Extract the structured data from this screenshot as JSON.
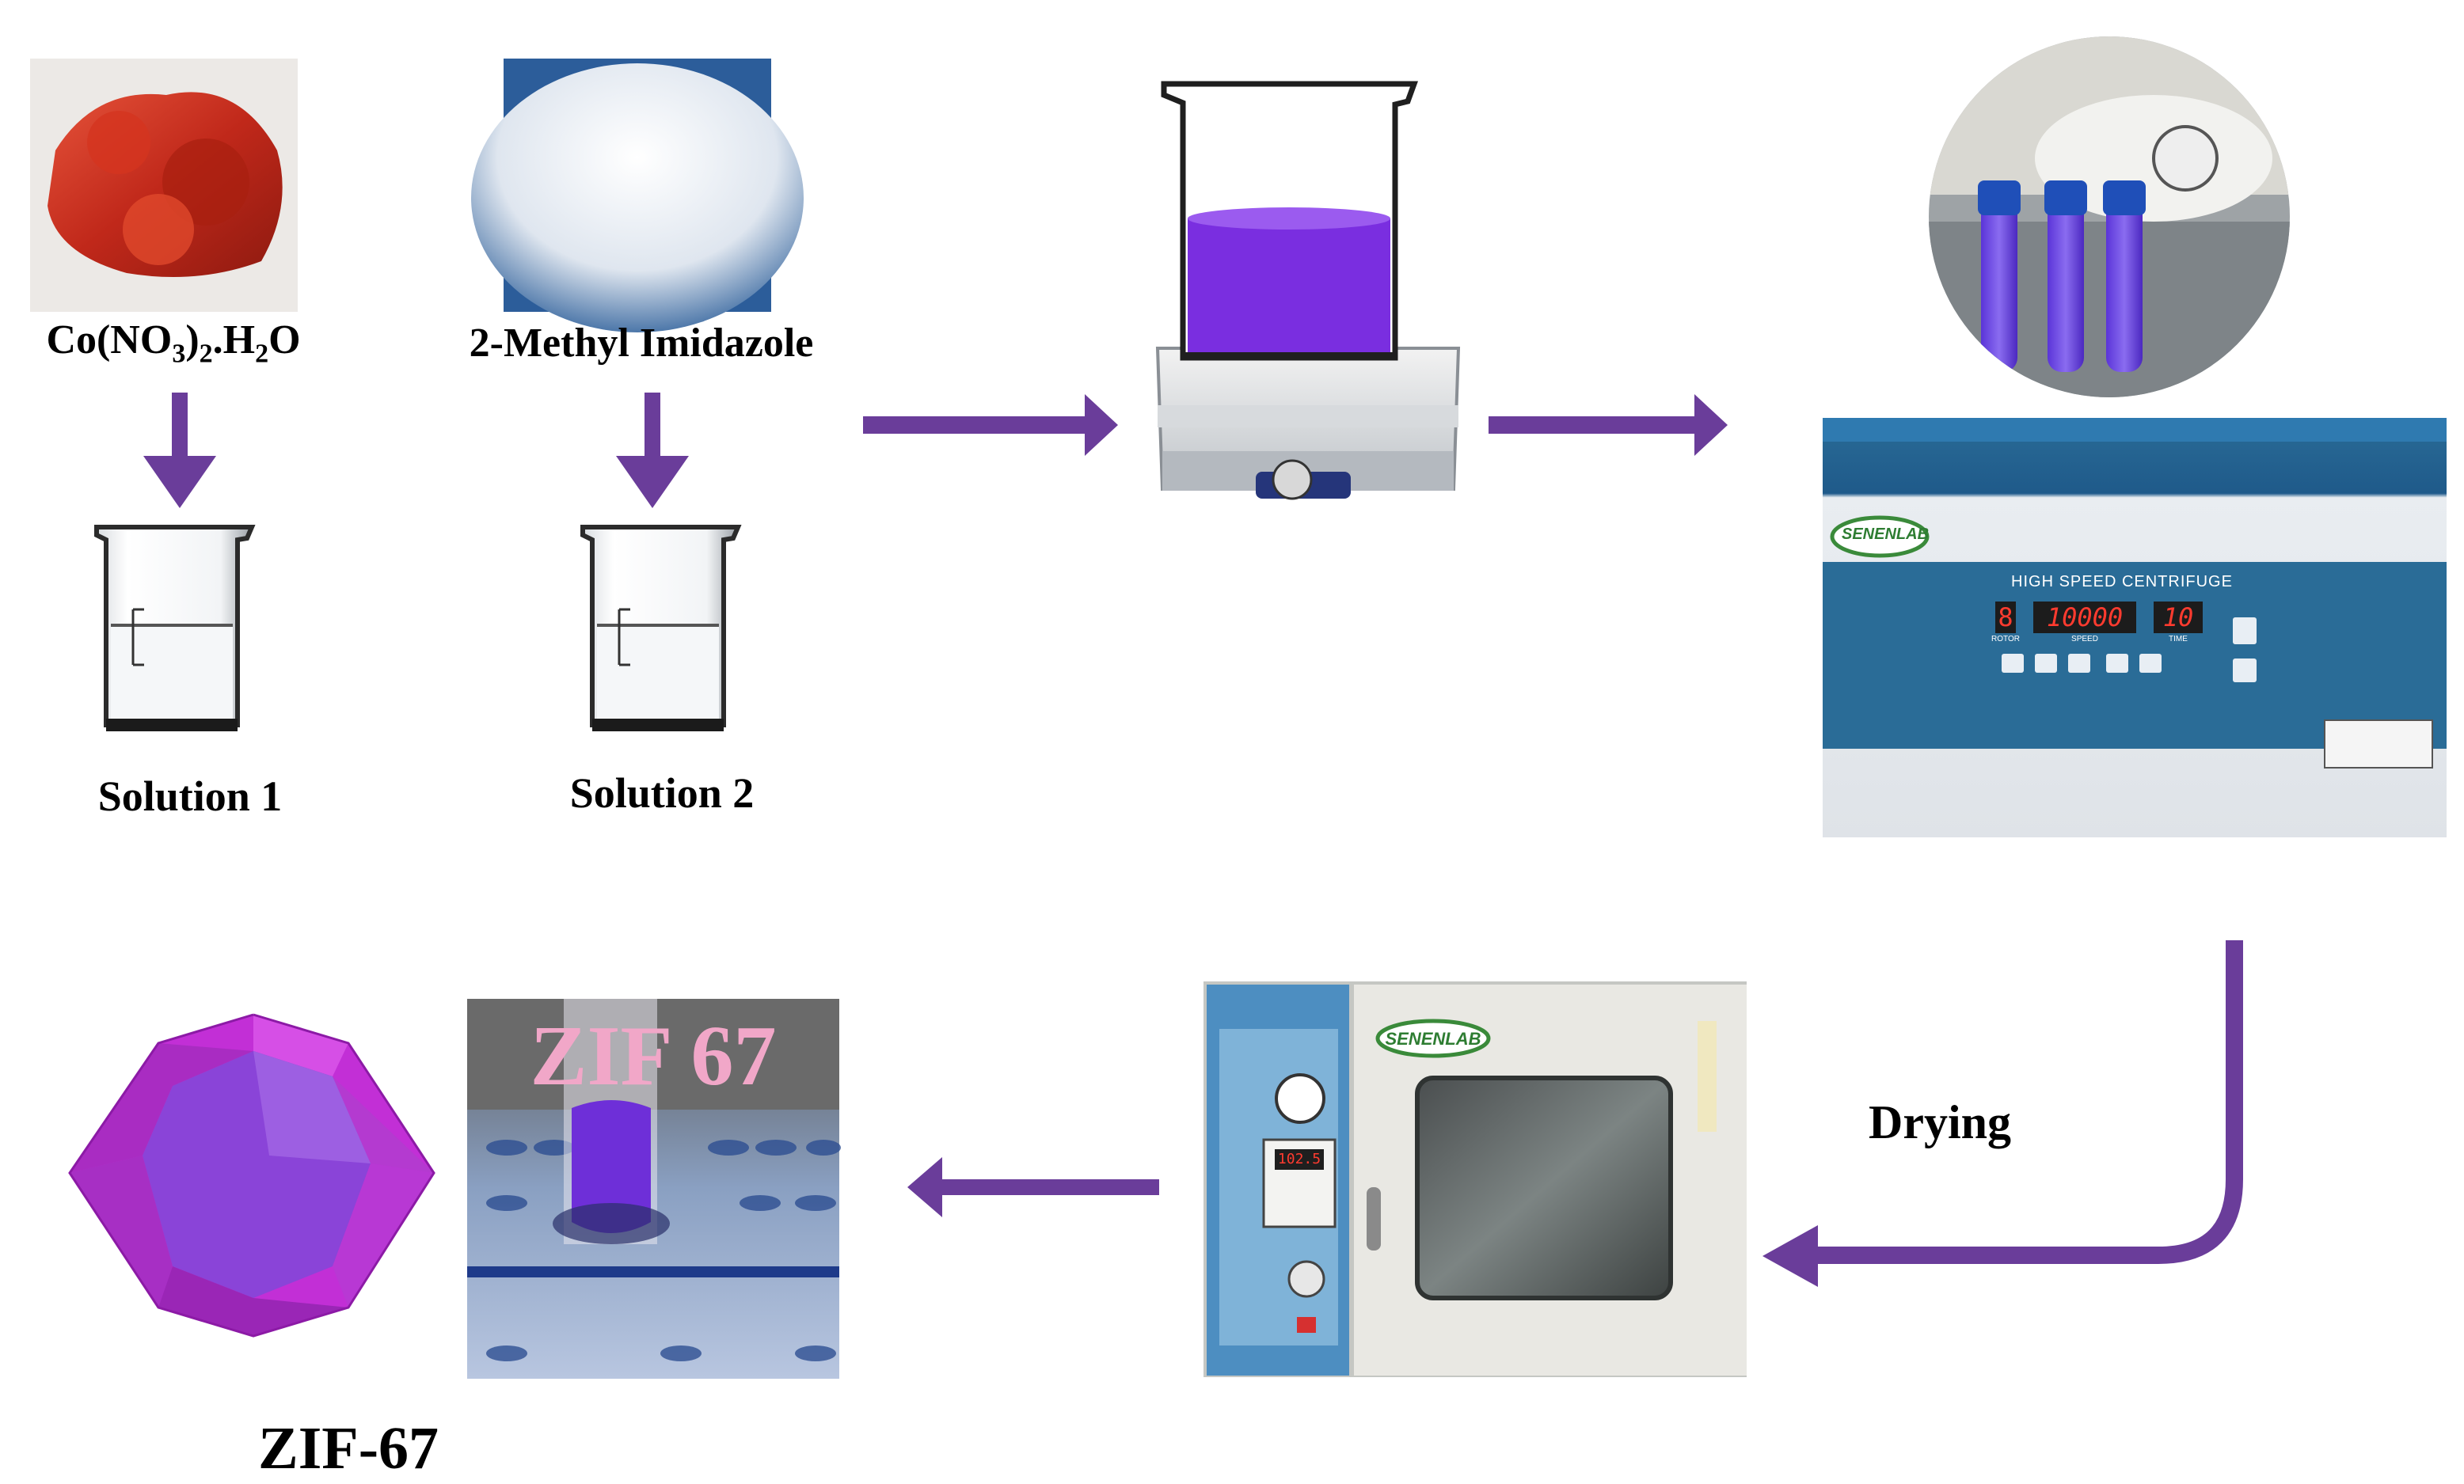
{
  "reagents": {
    "cobalt": {
      "formula_base": "Co(NO",
      "sub1": "3",
      "mid": ")",
      "sub2": "2",
      "tail1": ".H",
      "sub3": "2",
      "tail2": "O"
    },
    "imidazole": "2-Methyl Imidazole"
  },
  "solutions": {
    "s1": "Solution 1",
    "s2": "Solution 2"
  },
  "centrifuge": {
    "brand": "SENENLAB",
    "panel_title": "HIGH SPEED CENTRIFUGE",
    "rotor_display": "8",
    "speed_display": "10000",
    "time_display": "10",
    "rotor_label": "ROTOR",
    "speed_label": "SPEED",
    "time_label": "TIME"
  },
  "oven": {
    "brand": "SENENLAB",
    "temp_display": "102.5"
  },
  "product_photo_text": "ZIF 67",
  "steps": {
    "drying": "Drying"
  },
  "product": {
    "name": "ZIF-67"
  },
  "colors": {
    "arrow": "#6a3d9a",
    "solution": "#7a2ee0",
    "crystal_outer": "#c22fd6",
    "crystal_inner": "#8a44d8",
    "centrifuge_blue": "#1f5a8a"
  },
  "icons": [
    "down-arrow-icon",
    "right-arrow-icon",
    "left-arrow-icon",
    "curved-arrow-icon",
    "beaker-icon",
    "stirrer-icon",
    "centrifuge-icon",
    "vacuum-oven-icon",
    "crystal-icon"
  ]
}
